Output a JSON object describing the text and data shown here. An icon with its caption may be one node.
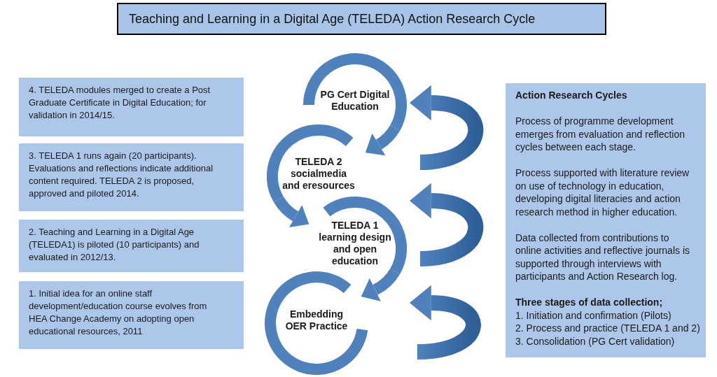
{
  "diagram": {
    "title": "Teaching and Learning in a Digital Age (TELEDA) Action Research Cycle",
    "nodes": [
      {
        "text": [
          "4. TELEDA modules merged to create a Post Graduate Certificate in Digital Education; for validation in 2014/15."
        ]
      },
      {
        "text": [
          "3. TELEDA 1 runs again (20 participants). Evaluations and reflections indicate additional content required. TELEDA 2 is proposed, approved and piloted 2014."
        ]
      },
      {
        "text": [
          "2. Teaching and Learning in a Digital Age (TELEDA1) is piloted (10 participants) and evaluated in 2012/13."
        ]
      },
      {
        "text": [
          "1. Initial idea for an online staff development/education course evolves from HEA Change Academy on adopting open educational resources, 2011"
        ]
      },
      {
        "text": [
          "PG Cert Digital Education"
        ]
      },
      {
        "text": [
          "TELEDA 2 socialmedia and eresources"
        ]
      },
      {
        "text": [
          "TELEDA 1 learning design and open education"
        ]
      },
      {
        "text": [
          "Embedding OER Practice"
        ]
      },
      {
        "text": [
          "Action Research Cycles",
          "Process of programme development emerges from evaluation and reflection cycles between each stage.",
          "Process supported with literature review on use of technology in education, developing digital literacies and action research method in higher education.",
          "Data collected from contributions to online activities and reflective journals is supported through interviews with participants and Action Research log.",
          "Three stages of data collection;",
          "1. Initiation and confirmation (Pilots)",
          "2. Process and practice (TELEDA 1 and 2)",
          "3. Consolidation (PG Cert validation)"
        ]
      }
    ],
    "edges": [
      {
        "from": 4,
        "to": 5,
        "arrow": "to"
      },
      {
        "from": 5,
        "to": 6,
        "arrow": "to"
      },
      {
        "from": 6,
        "to": 7,
        "arrow": "to"
      },
      {
        "from": null,
        "to": 4,
        "arrow": "to",
        "style": "thick"
      },
      {
        "from": null,
        "to": 6,
        "arrow": "to",
        "style": "thick"
      },
      {
        "from": null,
        "to": 6,
        "arrow": "to",
        "style": "thick"
      }
    ]
  }
}
